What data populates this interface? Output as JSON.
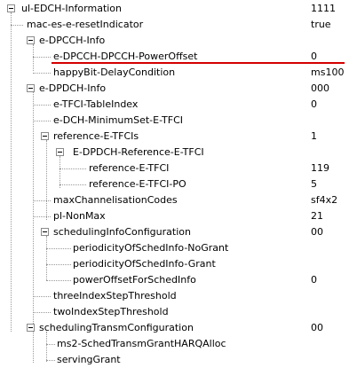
{
  "tree": {
    "rows": [
      {
        "label": "ul-EDCH-Information",
        "value": "1111"
      },
      {
        "label": "mac-es-e-resetIndicator",
        "value": "true"
      },
      {
        "label": "e-DPCCH-Info",
        "value": ""
      },
      {
        "label": "e-DPCCH-DPCCH-PowerOffset",
        "value": "0"
      },
      {
        "label": "happyBit-DelayCondition",
        "value": "ms100"
      },
      {
        "label": "e-DPDCH-Info",
        "value": "000"
      },
      {
        "label": "e-TFCI-TableIndex",
        "value": "0"
      },
      {
        "label": "e-DCH-MinimumSet-E-TFCI",
        "value": ""
      },
      {
        "label": "reference-E-TFCIs",
        "value": "1"
      },
      {
        "label": "E-DPDCH-Reference-E-TFCI",
        "value": ""
      },
      {
        "label": "reference-E-TFCI",
        "value": "119"
      },
      {
        "label": "reference-E-TFCI-PO",
        "value": "5"
      },
      {
        "label": "maxChannelisationCodes",
        "value": "sf4x2"
      },
      {
        "label": "pl-NonMax",
        "value": "21"
      },
      {
        "label": "schedulingInfoConfiguration",
        "value": "00"
      },
      {
        "label": "periodicityOfSchedInfo-NoGrant",
        "value": ""
      },
      {
        "label": "periodicityOfSchedInfo-Grant",
        "value": ""
      },
      {
        "label": "powerOffsetForSchedInfo",
        "value": "0"
      },
      {
        "label": "threeIndexStepThreshold",
        "value": ""
      },
      {
        "label": "twoIndexStepThreshold",
        "value": ""
      },
      {
        "label": "schedulingTransmConfiguration",
        "value": "00"
      },
      {
        "label": "ms2-SchedTransmGrantHARQAlloc",
        "value": ""
      },
      {
        "label": "servingGrant",
        "value": ""
      }
    ]
  }
}
